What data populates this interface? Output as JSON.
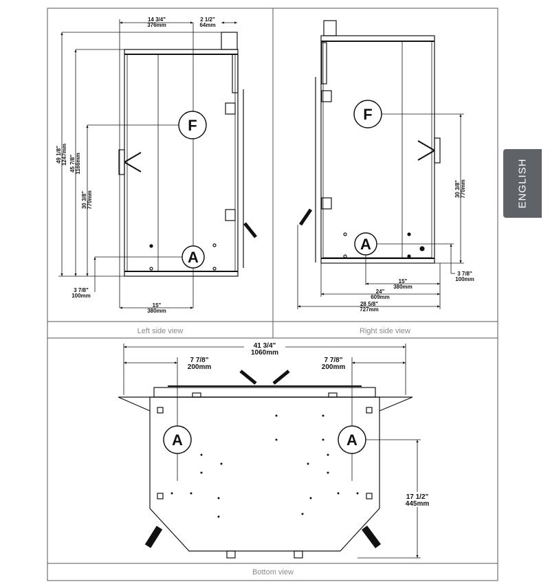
{
  "tab": {
    "label": "ENGLISH"
  },
  "captions": {
    "left": "Left side view",
    "right": "Right side view",
    "bottom": "Bottom view"
  },
  "markers": {
    "F": "F",
    "A": "A"
  },
  "left_view": {
    "width_top": [
      "14 3/4\"",
      "376mm"
    ],
    "flue": [
      "2 1/2\"",
      "64mm"
    ],
    "h_total": [
      "49 1/8\"",
      "1247mm"
    ],
    "h_body": [
      "45 7/8\"",
      "1166mm"
    ],
    "h_F": [
      "30 3/8\"",
      "770mm"
    ],
    "h_A": [
      "3 7/8\"",
      "100mm"
    ],
    "w_A": [
      "15\"",
      "380mm"
    ]
  },
  "right_view": {
    "h_F": [
      "30 3/8\"",
      "770mm"
    ],
    "h_A": [
      "3 7/8\"",
      "100mm"
    ],
    "w_A": [
      "15\"",
      "380mm"
    ],
    "w_body": [
      "24\"",
      "609mm"
    ],
    "w_total": [
      "28 5/8\"",
      "727mm"
    ]
  },
  "bottom_view": {
    "w_total": [
      "41 3/4\"",
      "1060mm"
    ],
    "left_A": [
      "7 7/8\"",
      "200mm"
    ],
    "right_A": [
      "7 7/8\"",
      "200mm"
    ],
    "depth_A": [
      "17 1/2\"",
      "445mm"
    ]
  },
  "colors": {
    "line": "#111111",
    "frame": "#555555",
    "tab": "#5f6368"
  }
}
